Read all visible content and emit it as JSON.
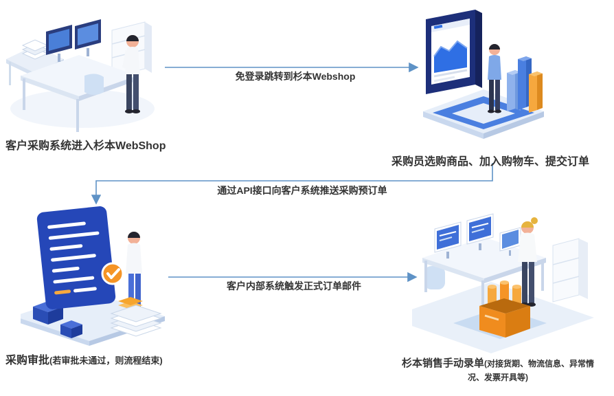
{
  "diagram": {
    "nodes": {
      "customer_system": {
        "label": "客户采购系统进入杉本WebShop",
        "illustration": "person-at-office-desk-with-computers"
      },
      "webshop": {
        "label": "采购员选购商品、加入购物车、提交订单",
        "illustration": "buyer-with-large-dashboard-screen-and-bar-columns"
      },
      "approval": {
        "label": "采购审批",
        "sublabel": "(若审批未通过，则流程结束)",
        "illustration": "approval-checklist-panel-with-check-badge-person-and-papers"
      },
      "sales_entry": {
        "label": "杉本销售手动录单",
        "sublabel": "(对接货期、物流信息、异常情况、发票开具等)",
        "illustration": "sales-person-with-monitors-cabinet-and-bottle-crate"
      }
    },
    "arrows": [
      {
        "from": "customer_system",
        "to": "webshop",
        "label": "免登录跳转到杉本Webshop"
      },
      {
        "from": "webshop",
        "to": "approval",
        "label": "通过API接口向客户系统推送采购预订单"
      },
      {
        "from": "approval",
        "to": "sales_entry",
        "label": "客户内部系统触发正式订单邮件"
      }
    ],
    "colors": {
      "arrow": "#5e92c6",
      "label_text": "#333333",
      "navy": "#1d2f7a",
      "blue": "#4a7fe0",
      "orange": "#f59426",
      "platform": "#e6eef9"
    }
  }
}
